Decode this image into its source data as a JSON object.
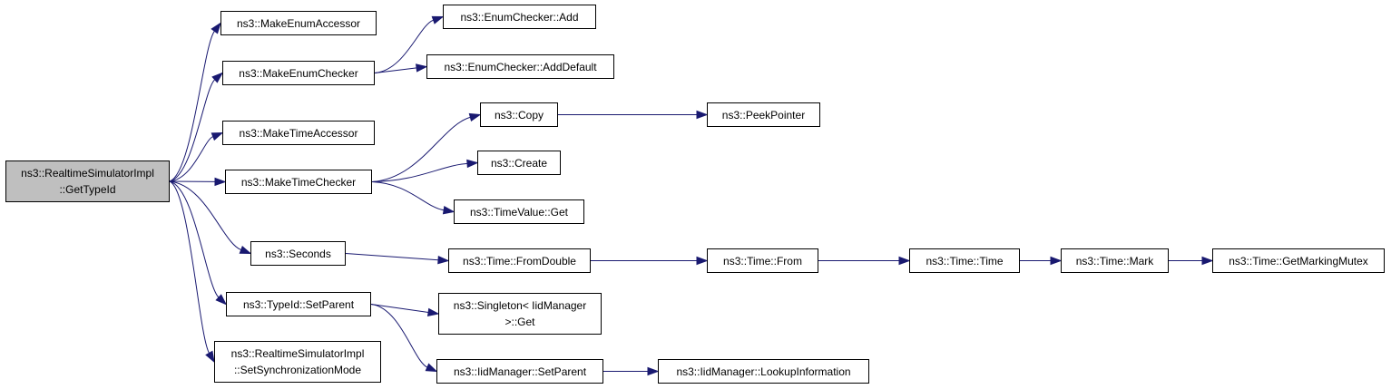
{
  "colors": {
    "edge": "#191970",
    "node_border": "#000000",
    "node_fill": "#ffffff",
    "root_fill": "#bfbfbf"
  },
  "nodes": {
    "root": {
      "lines": [
        "ns3::RealtimeSimulatorImpl",
        "::GetTypeId"
      ]
    },
    "make_enum_accessor": {
      "lines": [
        "ns3::MakeEnumAccessor"
      ]
    },
    "make_enum_checker": {
      "lines": [
        "ns3::MakeEnumChecker"
      ]
    },
    "make_time_accessor": {
      "lines": [
        "ns3::MakeTimeAccessor"
      ]
    },
    "make_time_checker": {
      "lines": [
        "ns3::MakeTimeChecker"
      ]
    },
    "seconds": {
      "lines": [
        "ns3::Seconds"
      ]
    },
    "typeid_set_parent": {
      "lines": [
        "ns3::TypeId::SetParent"
      ]
    },
    "set_sync_mode": {
      "lines": [
        "ns3::RealtimeSimulatorImpl",
        "::SetSynchronizationMode"
      ]
    },
    "enum_checker_add": {
      "lines": [
        "ns3::EnumChecker::Add"
      ]
    },
    "enum_checker_add_default": {
      "lines": [
        "ns3::EnumChecker::AddDefault"
      ]
    },
    "copy": {
      "lines": [
        "ns3::Copy"
      ]
    },
    "peek_pointer": {
      "lines": [
        "ns3::PeekPointer"
      ]
    },
    "create": {
      "lines": [
        "ns3::Create"
      ]
    },
    "timevalue_get": {
      "lines": [
        "ns3::TimeValue::Get"
      ]
    },
    "time_from_double": {
      "lines": [
        "ns3::Time::FromDouble"
      ]
    },
    "time_from": {
      "lines": [
        "ns3::Time::From"
      ]
    },
    "time_time": {
      "lines": [
        "ns3::Time::Time"
      ]
    },
    "time_mark": {
      "lines": [
        "ns3::Time::Mark"
      ]
    },
    "time_get_marking_mutex": {
      "lines": [
        "ns3::Time::GetMarkingMutex"
      ]
    },
    "singleton_get": {
      "lines": [
        "ns3::Singleton< IidManager",
        ">::Get"
      ]
    },
    "iid_set_parent": {
      "lines": [
        "ns3::IidManager::SetParent"
      ]
    },
    "iid_lookup_information": {
      "lines": [
        "ns3::IidManager::LookupInformation"
      ]
    }
  },
  "edges": [
    [
      "root",
      "make_enum_accessor"
    ],
    [
      "root",
      "make_enum_checker"
    ],
    [
      "root",
      "make_time_accessor"
    ],
    [
      "root",
      "make_time_checker"
    ],
    [
      "root",
      "seconds"
    ],
    [
      "root",
      "typeid_set_parent"
    ],
    [
      "root",
      "set_sync_mode"
    ],
    [
      "make_enum_checker",
      "enum_checker_add"
    ],
    [
      "make_enum_checker",
      "enum_checker_add_default"
    ],
    [
      "make_time_checker",
      "copy"
    ],
    [
      "make_time_checker",
      "create"
    ],
    [
      "make_time_checker",
      "timevalue_get"
    ],
    [
      "copy",
      "peek_pointer"
    ],
    [
      "seconds",
      "time_from_double"
    ],
    [
      "time_from_double",
      "time_from"
    ],
    [
      "time_from",
      "time_time"
    ],
    [
      "time_time",
      "time_mark"
    ],
    [
      "time_mark",
      "time_get_marking_mutex"
    ],
    [
      "typeid_set_parent",
      "singleton_get"
    ],
    [
      "typeid_set_parent",
      "iid_set_parent"
    ],
    [
      "iid_set_parent",
      "iid_lookup_information"
    ]
  ]
}
